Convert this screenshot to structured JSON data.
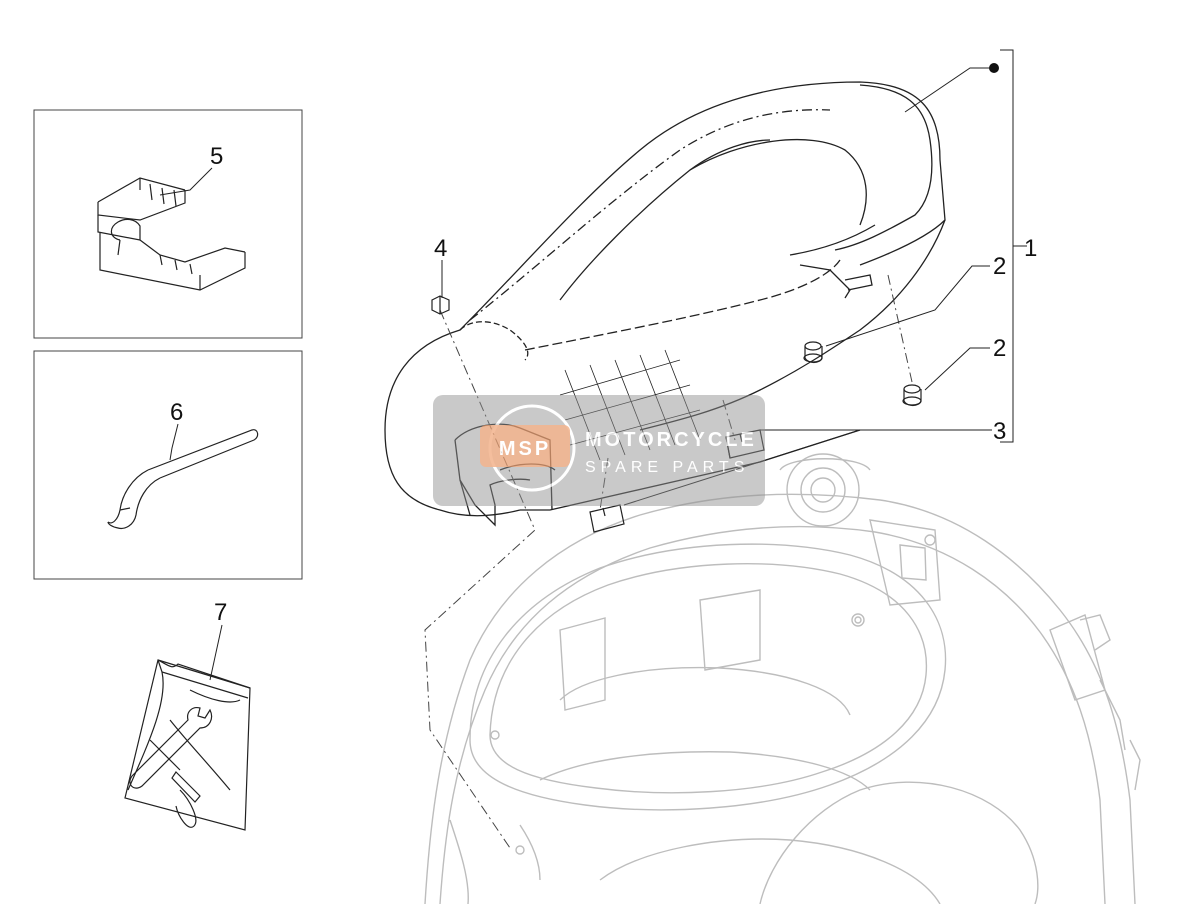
{
  "callouts": {
    "c1": "1",
    "c2a": "2",
    "c2b": "2",
    "c3": "3",
    "c4": "4",
    "c5": "5",
    "c6": "6",
    "c7": "7"
  },
  "watermark": {
    "logo_text": "MSP",
    "line1": "MOTORCYCLE",
    "line2": "SPARE PARTS"
  },
  "colors": {
    "line": "#222222",
    "ghost": "#b8b8b8",
    "watermark_bg": "#8f8f8f",
    "watermark_accent": "#f0a070"
  }
}
